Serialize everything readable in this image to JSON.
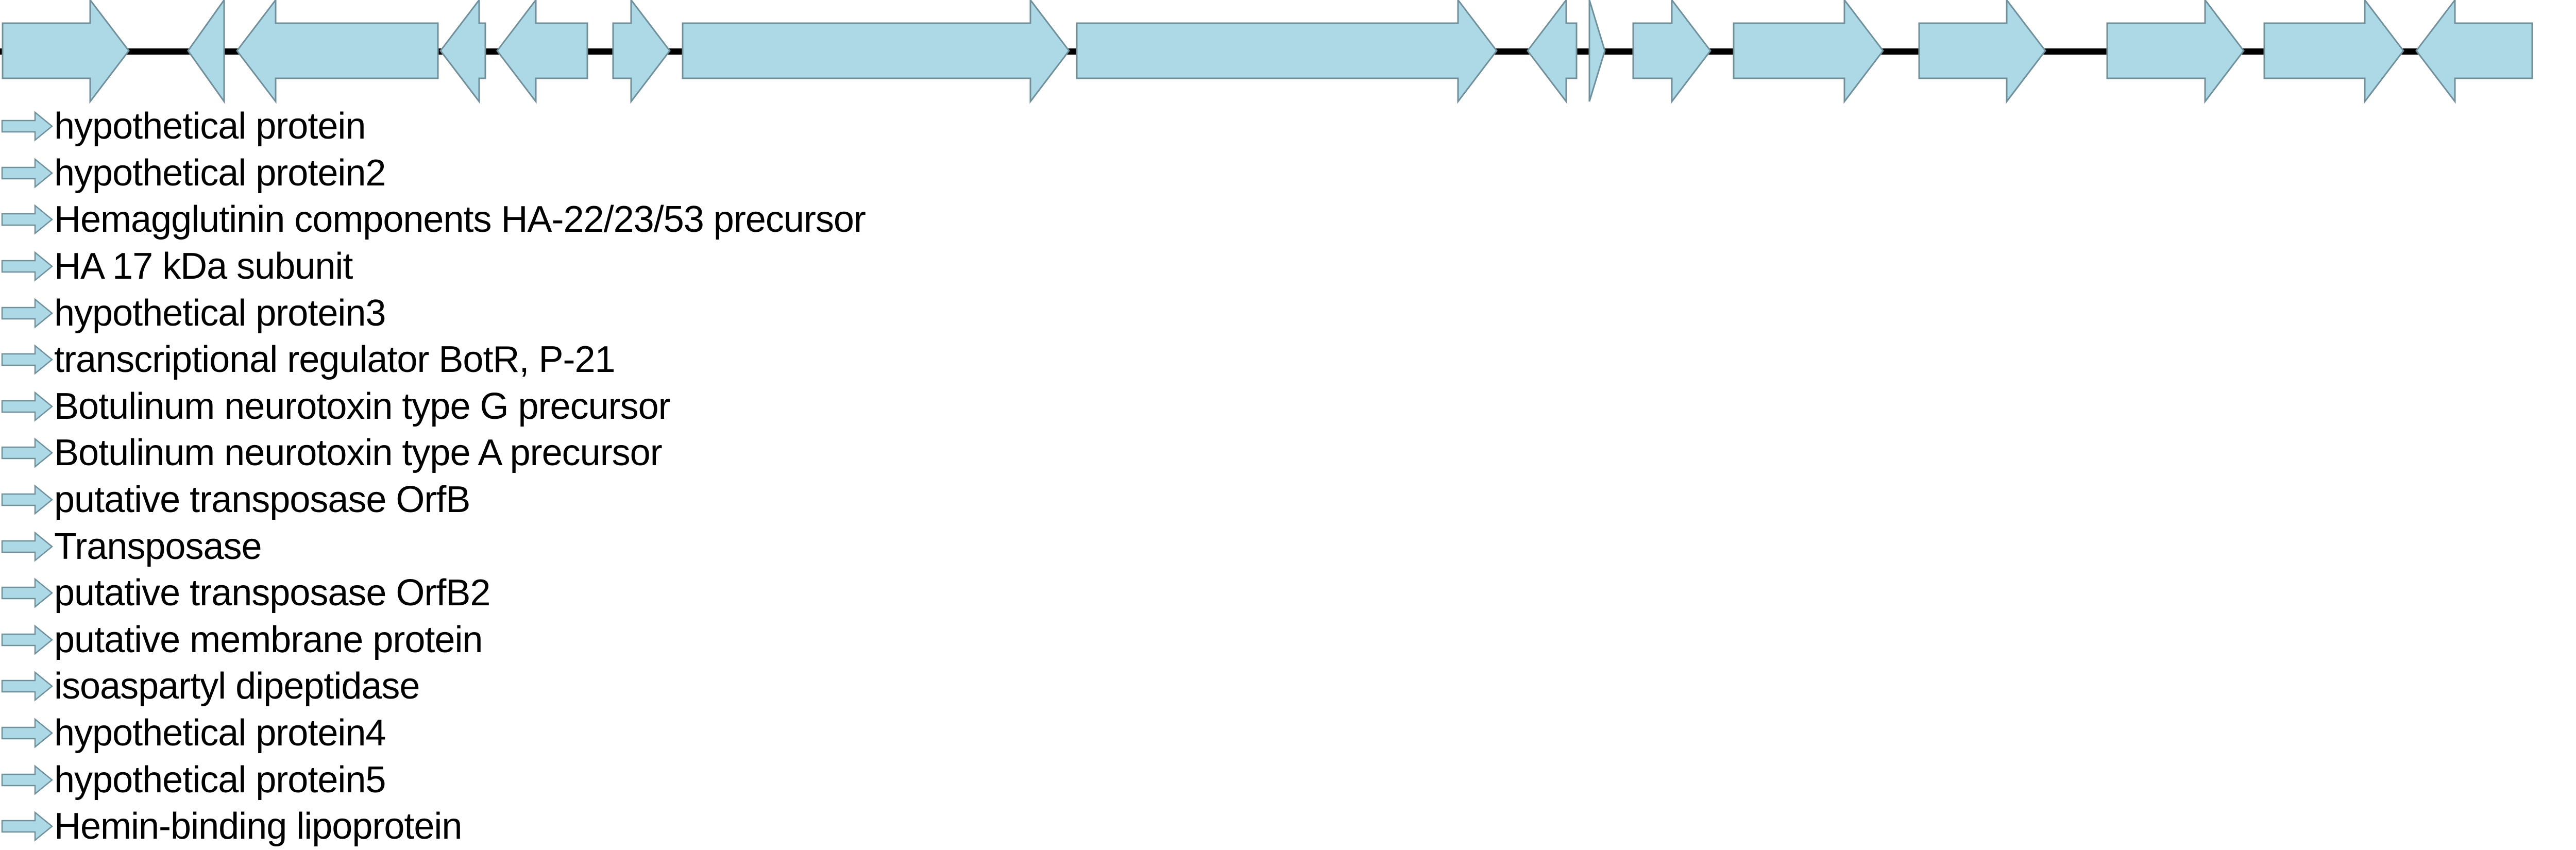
{
  "colors": {
    "gene_fill": "#add8e6",
    "gene_stroke": "#6f8f9a",
    "backbone": "#000000",
    "label_text": "#000000"
  },
  "diagram": {
    "sequence_range": [
      0,
      5000
    ],
    "genes": [
      {
        "start": 5,
        "end": 250,
        "strand": "+"
      },
      {
        "start": 365,
        "end": 435,
        "strand": "-"
      },
      {
        "start": 460,
        "end": 850,
        "strand": "-"
      },
      {
        "start": 855,
        "end": 942,
        "strand": "-"
      },
      {
        "start": 965,
        "end": 1140,
        "strand": "-"
      },
      {
        "start": 1190,
        "end": 1300,
        "strand": "+"
      },
      {
        "start": 1325,
        "end": 2075,
        "strand": "+"
      },
      {
        "start": 2090,
        "end": 2905,
        "strand": "+"
      },
      {
        "start": 2965,
        "end": 3060,
        "strand": "-"
      },
      {
        "start": 3085,
        "end": 3115,
        "strand": "+"
      },
      {
        "start": 3170,
        "end": 3320,
        "strand": "+"
      },
      {
        "start": 3365,
        "end": 3655,
        "strand": "+"
      },
      {
        "start": 3725,
        "end": 3970,
        "strand": "+"
      },
      {
        "start": 4090,
        "end": 4355,
        "strand": "+"
      },
      {
        "start": 4395,
        "end": 4665,
        "strand": "+"
      },
      {
        "start": 4690,
        "end": 4915,
        "strand": "-"
      }
    ]
  },
  "legend": [
    "hypothetical protein",
    "hypothetical protein2",
    "Hemagglutinin components HA-22/23/53 precursor",
    "HA 17 kDa subunit",
    "hypothetical protein3",
    "transcriptional regulator BotR, P-21",
    "Botulinum neurotoxin type G precursor",
    "Botulinum neurotoxin type A precursor",
    "putative transposase OrfB",
    "Transposase",
    "putative transposase OrfB2",
    "putative membrane protein",
    "isoaspartyl dipeptidase",
    "hypothetical protein4",
    "hypothetical protein5",
    "Hemin-binding lipoprotein"
  ]
}
